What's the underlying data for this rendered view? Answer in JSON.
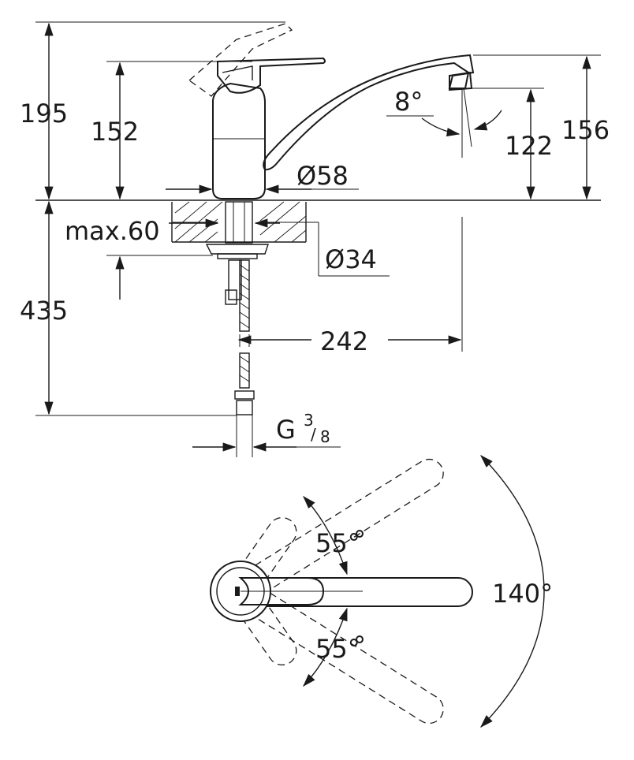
{
  "side_view": {
    "dim_total_height": "195",
    "dim_body_height": "152",
    "dim_body_diameter": "Ø58",
    "dim_spout_angle": "8°",
    "dim_spout_height": "122",
    "dim_spout_top": "156",
    "dim_max_thickness": "max.60",
    "dim_hole_diameter": "Ø34",
    "dim_hose_length": "435",
    "dim_reach": "242",
    "dim_thread_main": "G",
    "dim_thread_num": "3",
    "dim_thread_den": "8"
  },
  "top_view": {
    "dim_angle_upper": "55°",
    "dim_angle_lower": "55°",
    "dim_angle_total": "140°"
  }
}
